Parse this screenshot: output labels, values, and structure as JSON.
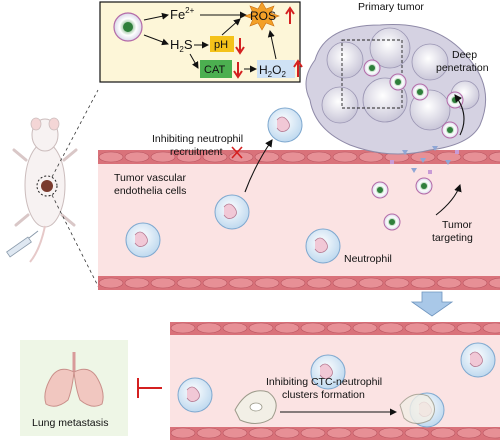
{
  "mechanism_box": {
    "fe": "Fe",
    "fe_superscript": "2+",
    "ros": "ROS",
    "h2s": "H",
    "h2s_sub": "2",
    "h2s_tail": "S",
    "ph": "pH",
    "cat": "CAT",
    "h2o2_h": "H",
    "h2o2_sub1": "2",
    "h2o2_o": "O",
    "h2o2_sub2": "2"
  },
  "labels": {
    "primary_tumor": "Primary tumor",
    "deep_penetration_1": "Deep",
    "deep_penetration_2": "penetration",
    "inhibiting_recruitment_1": "Inhibiting neutrophil",
    "inhibiting_recruitment_2": "recruitment",
    "vascular_1": "Tumor vascular",
    "vascular_2": "endothelia cells",
    "tumor_targeting_1": "Tumor",
    "tumor_targeting_2": "targeting",
    "neutrophil": "Neutrophil",
    "ctc_clusters_1": "Inhibiting CTC-neutrophil",
    "ctc_clusters_2": "clusters formation",
    "lung_metastasis": "Lung metastasis"
  },
  "colors": {
    "vessel_wall": "#d9727a",
    "vessel_lumen": "#fbe3e3",
    "endothelial_cell": "#e79096",
    "box_bg": "#fdf6d8",
    "ph_badge": "#f4c21a",
    "cat_badge": "#4caf50",
    "h2o2_badge": "#cfe2f5",
    "inhibit_red": "#d42020",
    "up_red": "#d42020",
    "lung_panel": "#eef6e6",
    "down_arrow": "#a9c8e8"
  }
}
